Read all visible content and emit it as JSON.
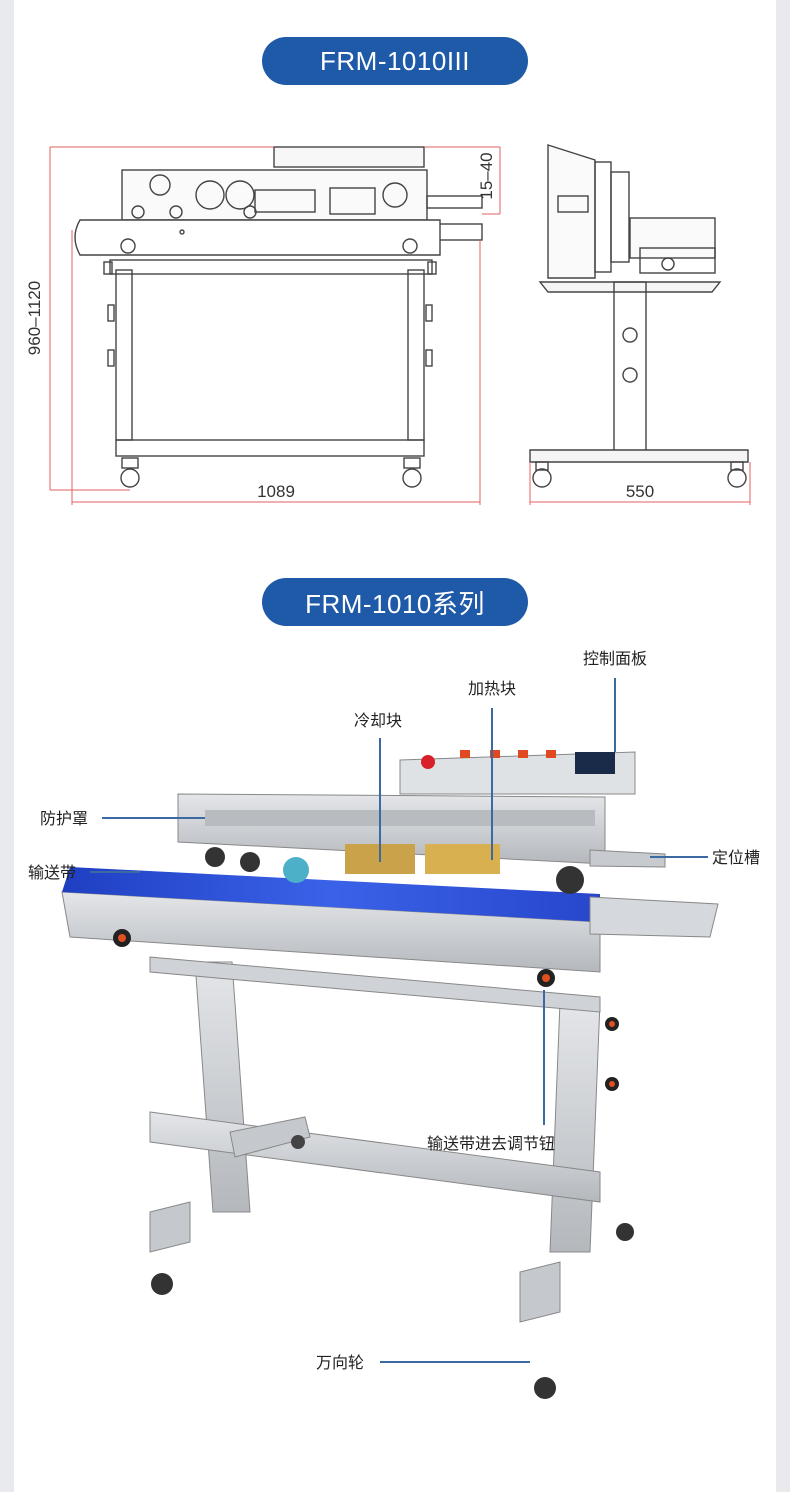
{
  "section1": {
    "title": "FRM-1010III",
    "dimensions": {
      "width": "1089",
      "depth": "550",
      "height": "960–1120",
      "adjust": "15–40"
    }
  },
  "section2": {
    "title": "FRM-1010系列",
    "labels": {
      "control_panel": "控制面板",
      "heating_block": "加热块",
      "cooling_block": "冷却块",
      "guard": "防护罩",
      "conveyor": "输送带",
      "guide_slot": "定位槽",
      "conveyor_adjust_knob": "输送带进去调节钮",
      "casters": "万向轮"
    }
  },
  "colors": {
    "accent": "#1f5aa8",
    "dimension_line": "#e06060",
    "callout_line": "#3b6aa3",
    "steel": "#c9cdd2",
    "belt": "#2a4fd6"
  }
}
